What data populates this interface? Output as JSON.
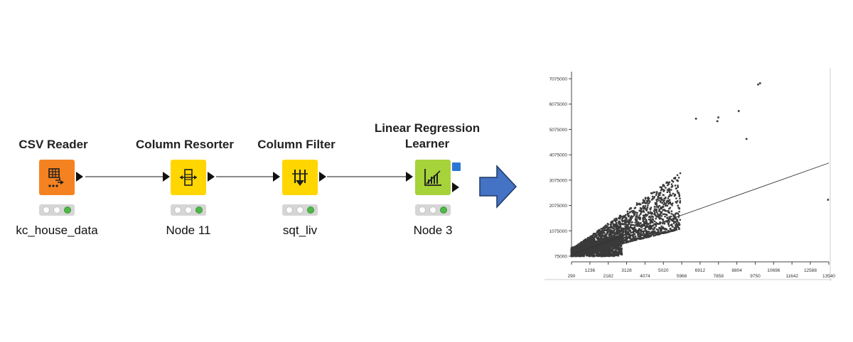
{
  "workflow": {
    "nodes": [
      {
        "title": "CSV Reader",
        "label": "kc_house_data",
        "color": "#f58220"
      },
      {
        "title": "Column Resorter",
        "label": "Node 11",
        "color": "#ffd600"
      },
      {
        "title": "Column Filter",
        "label": "sqt_liv",
        "color": "#ffd600"
      },
      {
        "title": "Linear Regression Learner",
        "label": "Node 3",
        "color": "#a6d23a"
      }
    ],
    "arrow_color": "#4472c4"
  },
  "plot": {
    "y_tick_labels": [
      "7075000",
      "6075000",
      "5075000",
      "4075000",
      "3075000",
      "2075000",
      "1075000",
      "75000"
    ],
    "x_tick_labels_upper": [
      "1236",
      "3128",
      "5020",
      "6912",
      "8804",
      "10696",
      "12588"
    ],
    "x_tick_labels_lower": [
      "290",
      "2182",
      "4074",
      "5966",
      "7858",
      "9750",
      "11642",
      "13540"
    ],
    "point_color": "#3a3a3a"
  },
  "chart_data": {
    "type": "scatter",
    "title": "",
    "xlabel": "",
    "ylabel": "",
    "x_range": [
      290,
      13540
    ],
    "y_range": [
      75000,
      7075000
    ],
    "regression_line": {
      "x": [
        290,
        13540
      ],
      "y": [
        150000,
        3750000
      ]
    },
    "outliers": [
      {
        "x": 10000,
        "y": 6900000
      },
      {
        "x": 9900,
        "y": 6850000
      },
      {
        "x": 8900,
        "y": 5800000
      },
      {
        "x": 9300,
        "y": 4700000
      },
      {
        "x": 6700,
        "y": 5500000
      },
      {
        "x": 7800,
        "y": 5400000
      },
      {
        "x": 7850,
        "y": 5550000
      },
      {
        "x": 13500,
        "y": 2300000
      }
    ]
  }
}
